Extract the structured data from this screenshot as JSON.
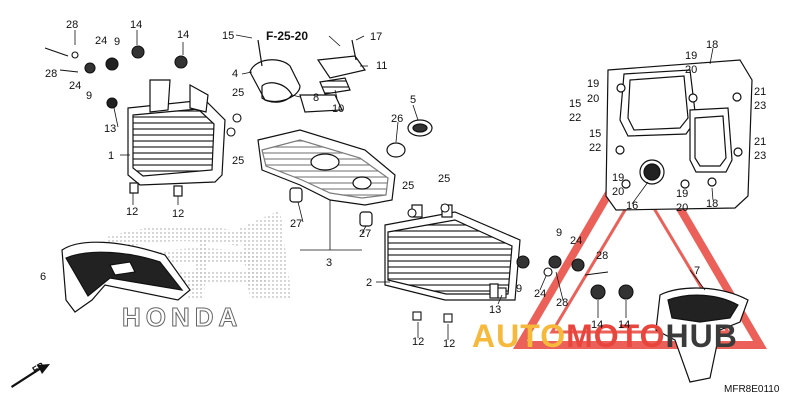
{
  "diagram": {
    "reference": "F-25-20",
    "part_code": "MFR8E0110",
    "front_marker": "FR.",
    "brand_mark": "HONDA",
    "watermark": {
      "parts": [
        "AUTO",
        "MOTO",
        "HUB"
      ],
      "colors": {
        "auto": "#f6b93b",
        "moto": "#e8453c",
        "hub": "#3a3a3a",
        "triangle": "#e8453c"
      }
    },
    "callouts": [
      {
        "id": "c1",
        "text": "1"
      },
      {
        "id": "c2",
        "text": "2"
      },
      {
        "id": "c3",
        "text": "3"
      },
      {
        "id": "c4",
        "text": "4"
      },
      {
        "id": "c5",
        "text": "5"
      },
      {
        "id": "c6",
        "text": "6"
      },
      {
        "id": "c7",
        "text": "7"
      },
      {
        "id": "c8",
        "text": "8"
      },
      {
        "id": "c9a",
        "text": "9"
      },
      {
        "id": "c9b",
        "text": "9"
      },
      {
        "id": "c9c",
        "text": "9"
      },
      {
        "id": "c9d",
        "text": "9"
      },
      {
        "id": "c10",
        "text": "10"
      },
      {
        "id": "c11",
        "text": "11"
      },
      {
        "id": "c12a",
        "text": "12"
      },
      {
        "id": "c12b",
        "text": "12"
      },
      {
        "id": "c12c",
        "text": "12"
      },
      {
        "id": "c12d",
        "text": "12"
      },
      {
        "id": "c13a",
        "text": "13"
      },
      {
        "id": "c13b",
        "text": "13"
      },
      {
        "id": "c14a",
        "text": "14"
      },
      {
        "id": "c14b",
        "text": "14"
      },
      {
        "id": "c14c",
        "text": "14"
      },
      {
        "id": "c14d",
        "text": "14"
      },
      {
        "id": "c15a",
        "text": "15"
      },
      {
        "id": "c15b",
        "text": "15"
      },
      {
        "id": "c15c",
        "text": "15"
      },
      {
        "id": "c16",
        "text": "16"
      },
      {
        "id": "c17",
        "text": "17"
      },
      {
        "id": "c18a",
        "text": "18"
      },
      {
        "id": "c18b",
        "text": "18"
      },
      {
        "id": "c19a",
        "text": "19"
      },
      {
        "id": "c19b",
        "text": "19"
      },
      {
        "id": "c19c",
        "text": "19"
      },
      {
        "id": "c19d",
        "text": "19"
      },
      {
        "id": "c20a",
        "text": "20"
      },
      {
        "id": "c20b",
        "text": "20"
      },
      {
        "id": "c20c",
        "text": "20"
      },
      {
        "id": "c20d",
        "text": "20"
      },
      {
        "id": "c21a",
        "text": "21"
      },
      {
        "id": "c21b",
        "text": "21"
      },
      {
        "id": "c22a",
        "text": "22"
      },
      {
        "id": "c22b",
        "text": "22"
      },
      {
        "id": "c23a",
        "text": "23"
      },
      {
        "id": "c23b",
        "text": "23"
      },
      {
        "id": "c24a",
        "text": "24"
      },
      {
        "id": "c24b",
        "text": "24"
      },
      {
        "id": "c24c",
        "text": "24"
      },
      {
        "id": "c24d",
        "text": "24"
      },
      {
        "id": "c25a",
        "text": "25"
      },
      {
        "id": "c25b",
        "text": "25"
      },
      {
        "id": "c25c",
        "text": "25"
      },
      {
        "id": "c25d",
        "text": "25"
      },
      {
        "id": "c26",
        "text": "26"
      },
      {
        "id": "c27a",
        "text": "27"
      },
      {
        "id": "c27b",
        "text": "27"
      },
      {
        "id": "c28a",
        "text": "28"
      },
      {
        "id": "c28b",
        "text": "28"
      },
      {
        "id": "c28c",
        "text": "28"
      },
      {
        "id": "c28d",
        "text": "28"
      }
    ]
  }
}
